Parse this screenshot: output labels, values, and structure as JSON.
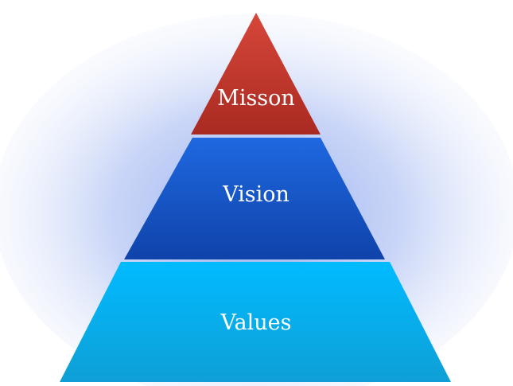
{
  "pyramid": {
    "tiers": [
      {
        "label": "Misson",
        "color_top": "#d7473a",
        "color_bottom": "#a92a21"
      },
      {
        "label": "Vision",
        "color_top": "#1f68e0",
        "color_bottom": "#0f43aa"
      },
      {
        "label": "Values",
        "color_top": "#00bbff",
        "color_bottom": "#0f9fd6"
      }
    ],
    "glow_color": "#9fb7f2",
    "separator_color": "#ffffff"
  }
}
